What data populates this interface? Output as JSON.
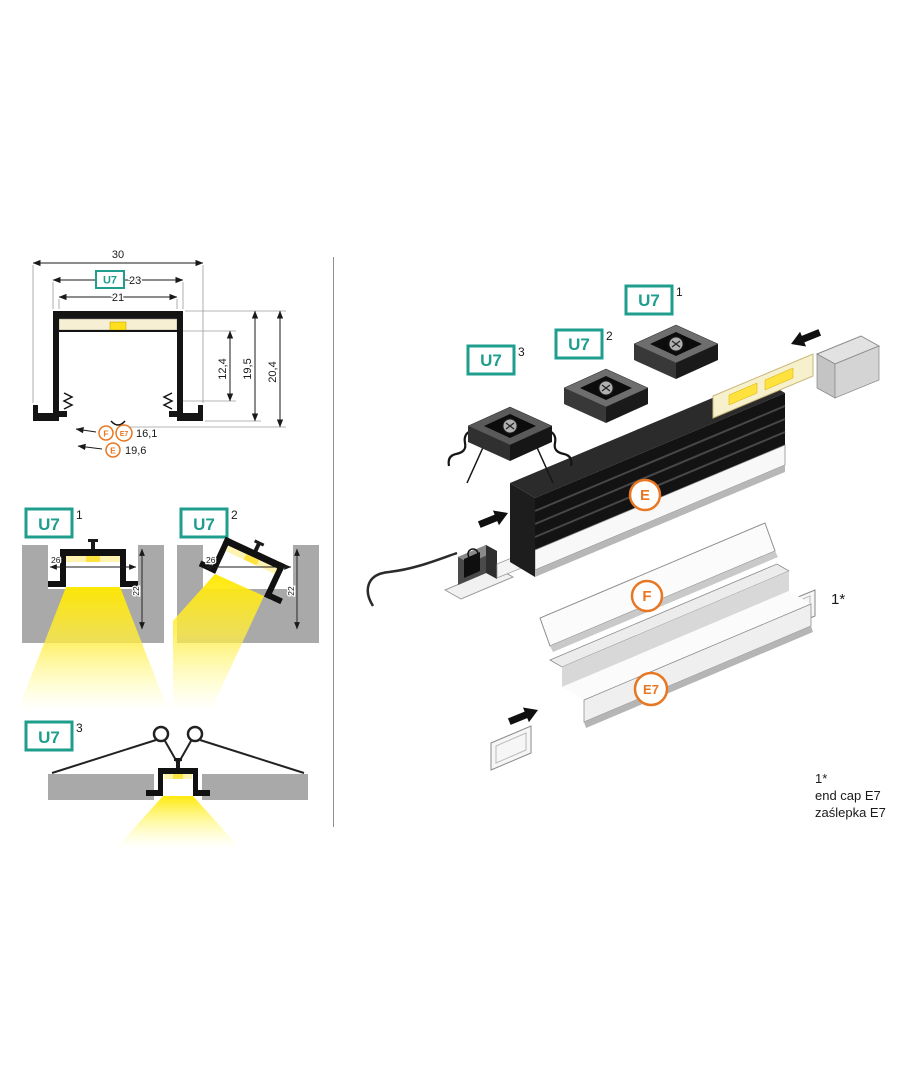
{
  "cross_section": {
    "profile_code": "U7",
    "dim_overall_width": "30",
    "dim_outer_width": "23",
    "dim_inner_width": "21",
    "dim_inner_height": "12,4",
    "dim_mid_height": "19,5",
    "dim_overall_height": "20,4",
    "cover_f": "F",
    "cover_e7": "E7",
    "dim_cover_fe7": "16,1",
    "cover_e": "E",
    "dim_cover_e": "19,6"
  },
  "variants": {
    "v1": {
      "label": "U7",
      "sup": "1",
      "dim_width": "26",
      "dim_height": "22"
    },
    "v2": {
      "label": "U7",
      "sup": "2",
      "dim_width": "26",
      "dim_height": "22"
    },
    "v3": {
      "label": "U7",
      "sup": "3"
    }
  },
  "assembly": {
    "bracket1": {
      "label": "U7",
      "sup": "1"
    },
    "bracket2": {
      "label": "U7",
      "sup": "2"
    },
    "bracket3": {
      "label": "U7",
      "sup": "3"
    },
    "profile_badge": "E",
    "cover_f_badge": "F",
    "cover_e7_badge": "E7",
    "endcap_ref": "1*"
  },
  "footnote": {
    "ref": "1*",
    "line1": "end cap E7",
    "line2": "zaślepka E7"
  },
  "colors": {
    "teal": "#1f9e8e",
    "orange": "#e87722",
    "beam_yellow": "#ffe600",
    "block_gray": "#a9a9a9"
  }
}
